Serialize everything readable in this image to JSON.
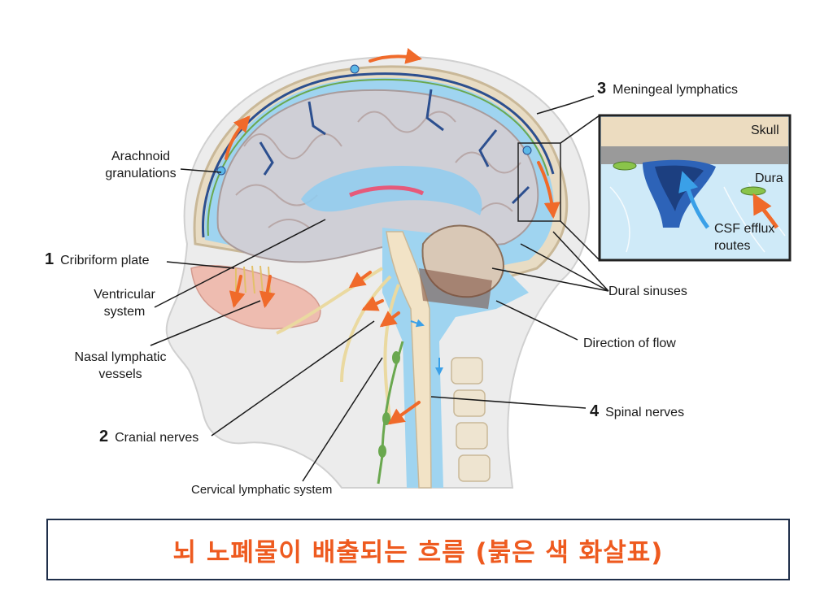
{
  "labels": {
    "meningeal_num": "3",
    "meningeal": "Meningeal lymphatics",
    "skull": "Skull",
    "dura": "Dura",
    "csf_line1": "CSF efflux",
    "csf_line2": "routes",
    "arachnoid_line1": "Arachnoid",
    "arachnoid_line2": "granulations",
    "cribriform_num": "1",
    "cribriform": "Cribriform plate",
    "ventricular_line1": "Ventricular",
    "ventricular_line2": "system",
    "dural_sinuses": "Dural sinuses",
    "nasal_line1": "Nasal lymphatic",
    "nasal_line2": "vessels",
    "direction": "Direction of flow",
    "spinal_num": "4",
    "spinal": "Spinal nerves",
    "cranial_num": "2",
    "cranial": "Cranial nerves",
    "cervical": "Cervical lymphatic system"
  },
  "caption": "뇌 노폐물이 배출되는 흐름 (붉은 색 화살표)",
  "colors": {
    "flow_arrow": "#f06a2a",
    "csf": "#9fd4f0",
    "brain": "#cfcfd6",
    "lymphatic": "#6aa84f",
    "vessel": "#2c4f8f",
    "caption_text": "#ee5a1f",
    "caption_border": "#1f2f4a"
  }
}
